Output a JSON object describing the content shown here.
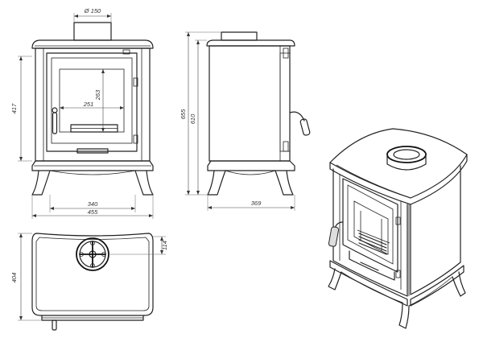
{
  "dimensions": {
    "flue_diameter": "Ø 150",
    "front_height": "417",
    "inner_height": "263",
    "inner_width": "251",
    "base_width": "340",
    "overall_width": "455",
    "side_height_total": "655",
    "side_height_top": "610",
    "side_depth": "369",
    "top_offset": "114",
    "top_depth": "404"
  }
}
